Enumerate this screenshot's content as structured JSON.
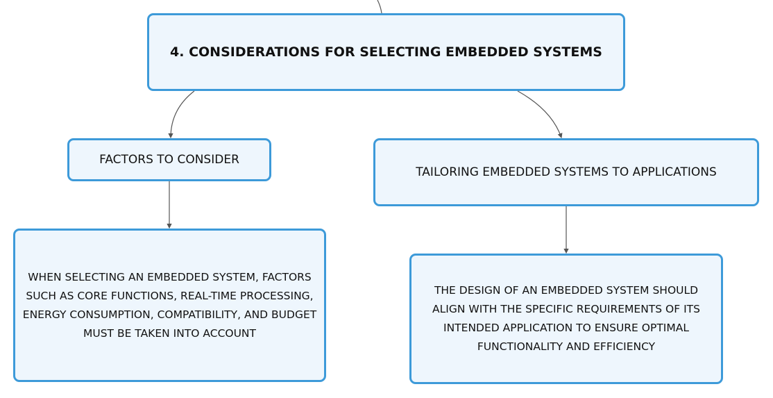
{
  "mindmap": {
    "root": {
      "title": "4. CONSIDERATIONS FOR SELECTING EMBEDDED SYSTEMS"
    },
    "branches": [
      {
        "label": "FACTORS TO CONSIDER",
        "detail": "WHEN SELECTING AN EMBEDDED SYSTEM, FACTORS SUCH AS CORE FUNCTIONS, REAL-TIME PROCESSING, ENERGY CONSUMPTION, COMPATIBILITY, AND BUDGET MUST BE TAKEN INTO ACCOUNT"
      },
      {
        "label": "TAILORING EMBEDDED SYSTEMS TO APPLICATIONS",
        "detail": "THE DESIGN OF AN EMBEDDED SYSTEM SHOULD ALIGN WITH THE SPECIFIC REQUIREMENTS OF ITS INTENDED APPLICATION TO ENSURE OPTIMAL FUNCTIONALITY AND EFFICIENCY"
      }
    ]
  },
  "colors": {
    "node_border": "#3d9ad9",
    "node_fill": "#eef6fd",
    "connector": "#555555"
  }
}
